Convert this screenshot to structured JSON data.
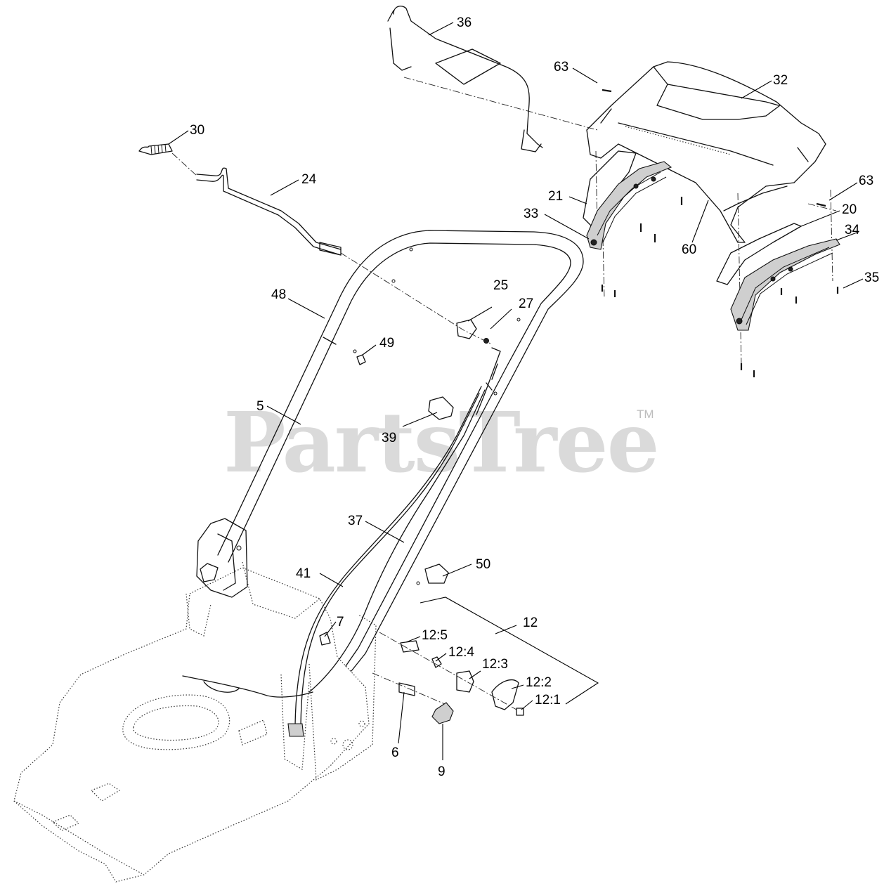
{
  "watermark": {
    "text": "PartsTree",
    "trademark": "TM"
  },
  "callouts": {
    "c36": "36",
    "c63a": "63",
    "c32": "32",
    "c30": "30",
    "c24": "24",
    "c21": "21",
    "c63b": "63",
    "c20": "20",
    "c33": "33",
    "c34": "34",
    "c60": "60",
    "c35": "35",
    "c25": "25",
    "c48": "48",
    "c27": "27",
    "c49": "49",
    "c5": "5",
    "c39": "39",
    "c37": "37",
    "c50": "50",
    "c41": "41",
    "c12": "12",
    "c7": "7",
    "c12_5": "12:5",
    "c12_4": "12:4",
    "c12_3": "12:3",
    "c12_2": "12:2",
    "c12_1": "12:1",
    "c6": "6",
    "c9": "9"
  }
}
